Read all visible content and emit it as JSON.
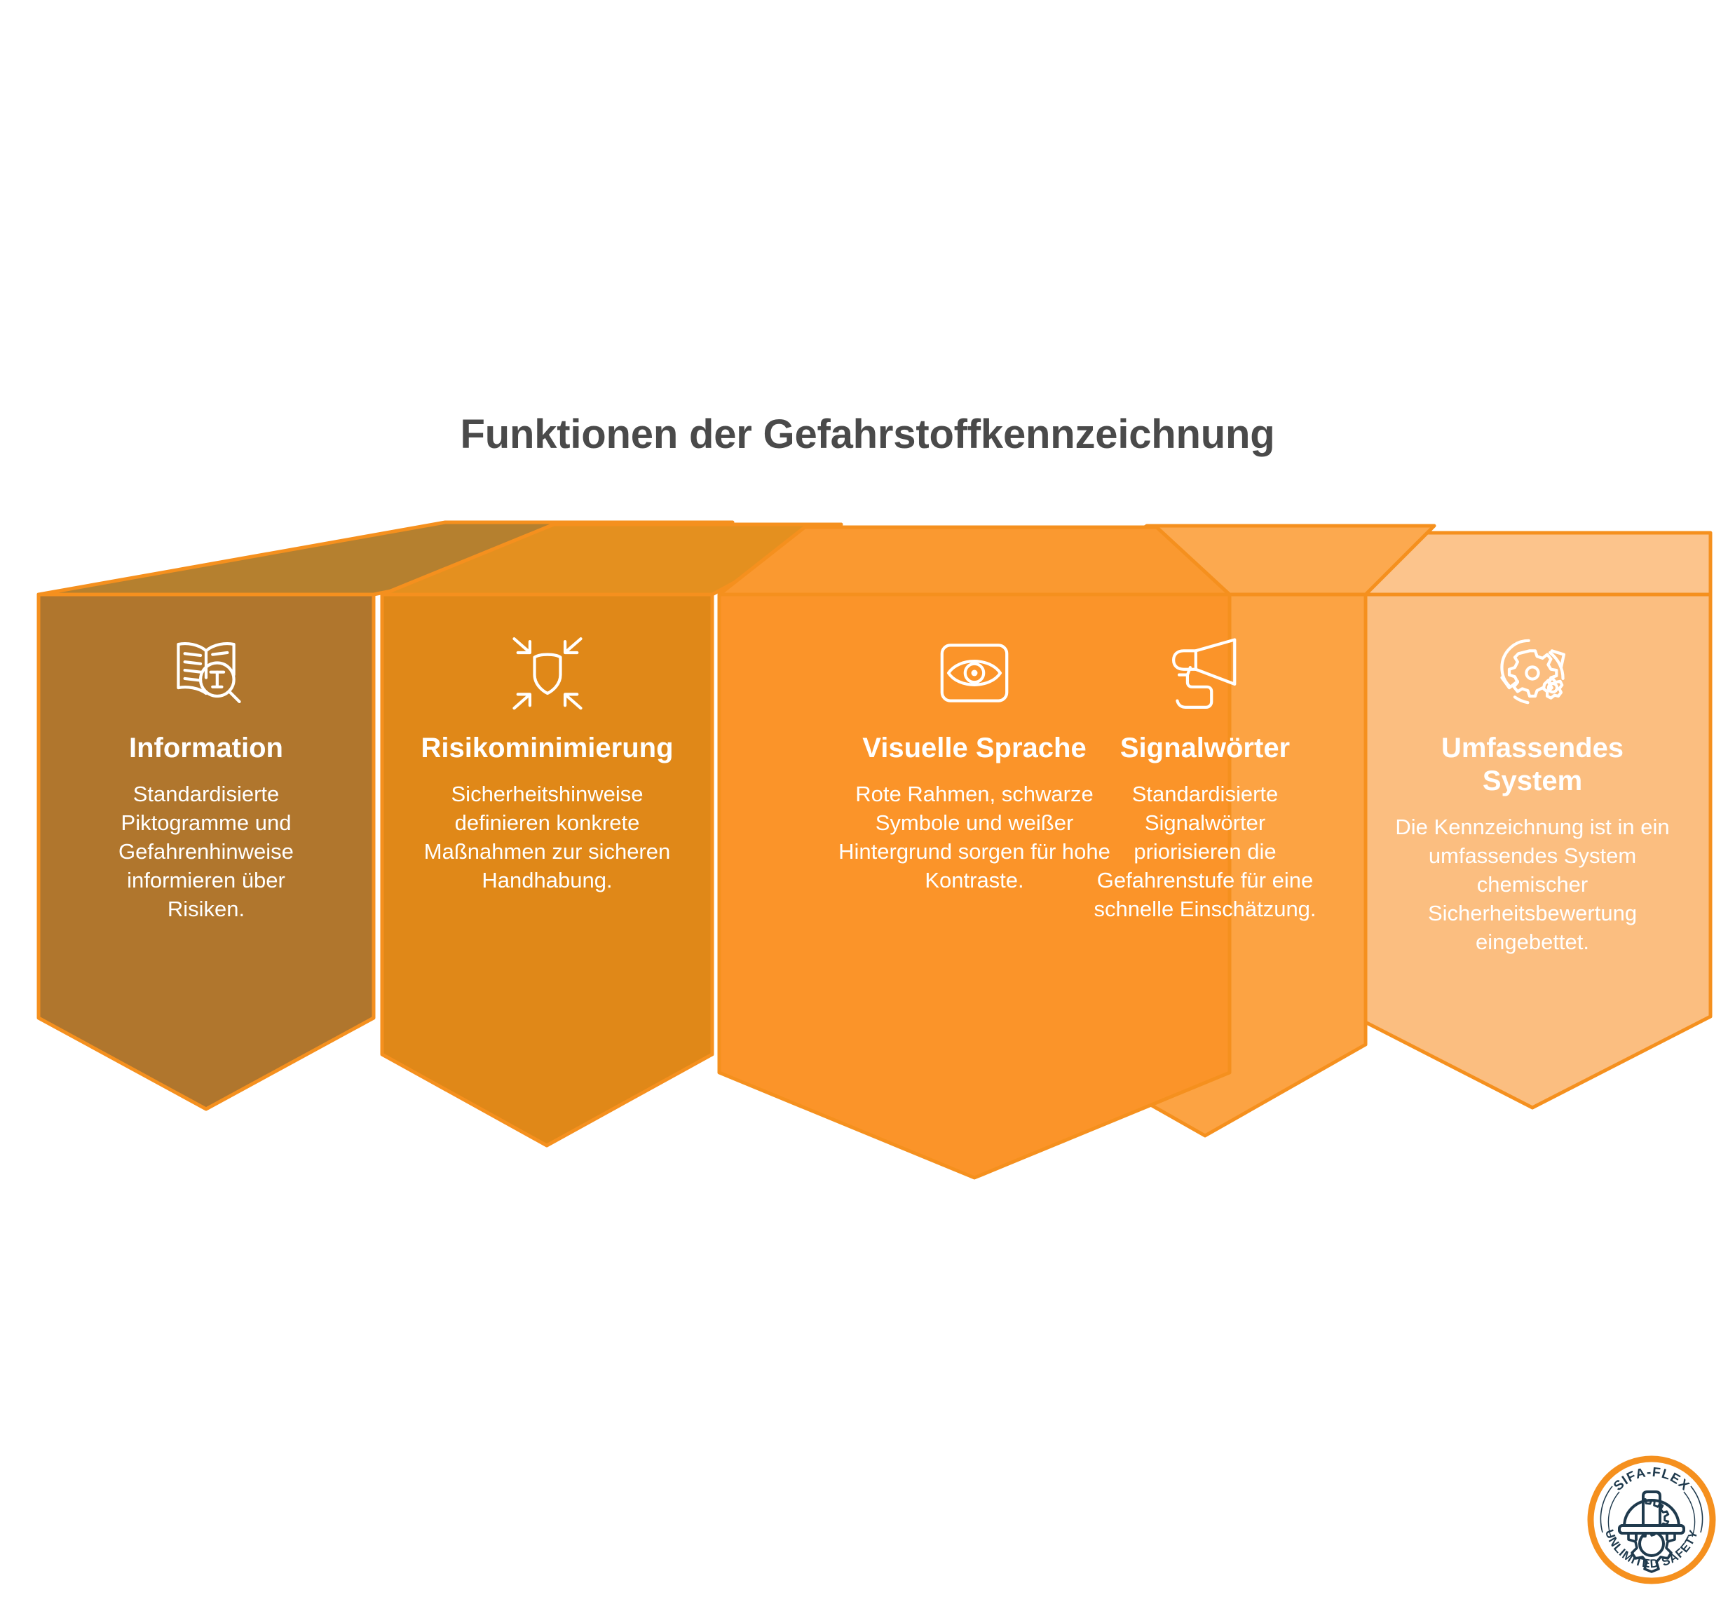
{
  "page": {
    "title": "Funktionen der Gefahrstoffkennzeichnung",
    "background_color": "#ffffff",
    "title_color": "#4a4a4a",
    "outline_color": "#F5901E"
  },
  "banners": [
    {
      "title": "Information",
      "description": "Standardisierte Piktogramme und Gefahrenhinweise informieren über Risiken.",
      "icon": "book-magnifier-icon",
      "color": "#B0762D",
      "roof_color": "#B5802F"
    },
    {
      "title": "Risikominimierung",
      "description": "Sicherheitshinweise definieren konkrete Maßnahmen zur sicheren Handhabung.",
      "icon": "shield-inward-arrows-icon",
      "color": "#E08818",
      "roof_color": "#E4901F"
    },
    {
      "title": "Visuelle Sprache",
      "description": "Rote Rahmen, schwarze Symbole und weißer Hintergrund sorgen für hohe Kontraste.",
      "icon": "eye-in-frame-icon",
      "color": "#FB9429",
      "roof_color": "#FA9930"
    },
    {
      "title": "Signalwörter",
      "description": "Standardisierte Signalwörter priorisieren die Gefahrenstufe für eine schnelle Einschätzung.",
      "icon": "megaphone-hand-icon",
      "color": "#FCA343",
      "roof_color": "#FCA94F"
    },
    {
      "title": "Umfassendes System",
      "description": "Die Kennzeichnung ist in ein umfassendes System chemischer Sicherheitsbewertung eingebettet.",
      "icon": "gears-cycle-icon",
      "color": "#FBBE80",
      "roof_color": "#FCC48C"
    }
  ],
  "logo": {
    "top_text": "SIFA-FLEX",
    "bottom_text": "UNLIMITED SAFETY",
    "icon": "hardhat-gear-icon",
    "ring_color": "#F5901E",
    "mark_color": "#1F3A4D"
  }
}
